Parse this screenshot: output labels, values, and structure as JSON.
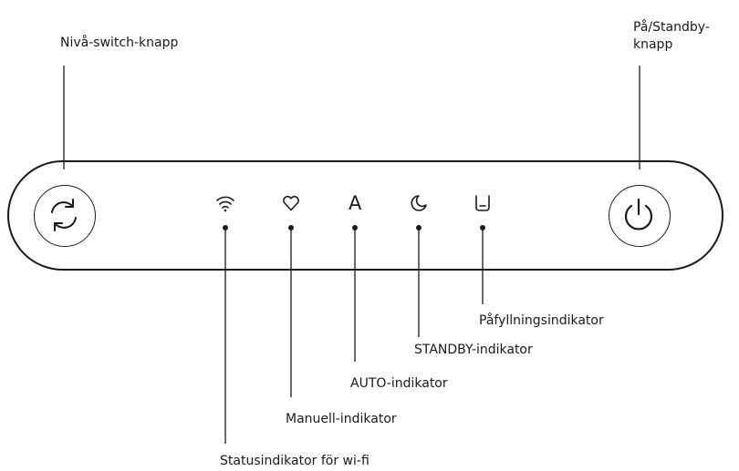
{
  "labels": {
    "level_switch": "Nivå-switch-knapp",
    "power_standby": "På/Standby-\nknapp",
    "wifi_status": "Statusindikator för wi-fi",
    "manual": "Manuell-indikator",
    "auto": "AUTO-indikator",
    "standby": "STANDBY-indikator",
    "refill": "Påfyllningsindikator"
  },
  "indicators": {
    "auto_glyph": "A"
  },
  "icons": [
    "cycle-icon",
    "wifi-icon",
    "heart-icon",
    "auto-icon",
    "moon-icon",
    "water-tank-icon",
    "power-icon"
  ],
  "colors": {
    "stroke": "#1a1a1a",
    "background": "#ffffff"
  }
}
